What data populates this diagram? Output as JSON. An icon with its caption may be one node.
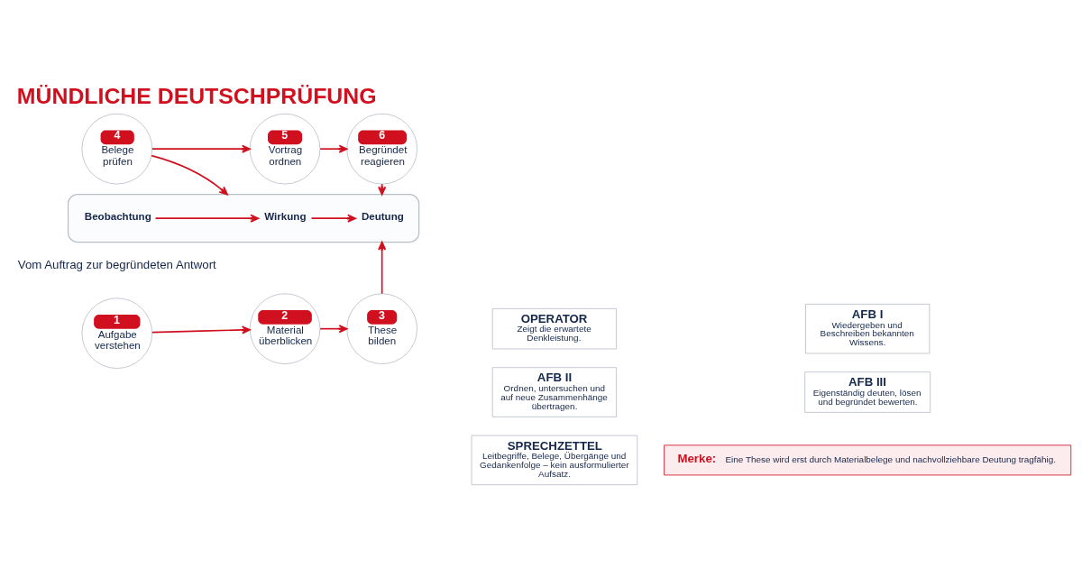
{
  "diagram": {
    "title": "MÜNDLICHE DEUTSCHPRÜFUNG",
    "nodes": [
      {
        "text": [
          "1",
          "Aufgabe verstehen"
        ]
      },
      {
        "text": [
          "2",
          "Material überblicken"
        ]
      },
      {
        "text": [
          "3",
          "These bilden"
        ]
      },
      {
        "text": [],
        "shape": "hexagon"
      },
      {
        "text": [
          "Beobachtung"
        ],
        "in": 3
      },
      {
        "text": [
          "Wirkung"
        ],
        "in": 3
      },
      {
        "text": [
          "Deutung"
        ],
        "in": 3
      },
      {
        "text": [
          "4",
          "Belege prüfen"
        ]
      },
      {
        "text": [
          "5",
          "Vortrag ordnen"
        ]
      },
      {
        "text": [
          "6",
          "Begründet reagieren"
        ]
      },
      {
        "text": [
          "OPERATOR",
          "Zeigt die erwartete Denkleistung."
        ]
      },
      {
        "text": [
          "AFB I",
          "Wiedergeben und Beschreiben bekannten Wissens."
        ]
      },
      {
        "text": [
          "AFB II",
          "Ordnen, untersuchen und auf neue Zusammenhänge übertragen."
        ]
      },
      {
        "text": [
          "AFB III",
          "Eigenständig deuten, lösen und begründet bewerten."
        ]
      },
      {
        "text": [
          "SPRECHZETTEL",
          "Leitbegriffe, Belege, Übergänge und Gedankenfolge – kein ausformulierter Aufsatz."
        ]
      },
      {
        "text": [
          "Merke:",
          "Eine These wird erst durch Materialbelege und nachvollziehbare Deutung tragfähig."
        ]
      }
    ],
    "edges": [
      {
        "from": 0,
        "to": 1,
        "arrow": "to"
      },
      {
        "from": 1,
        "to": 2,
        "arrow": "to"
      },
      {
        "from": 2,
        "to": 3,
        "arrow": "to"
      },
      {
        "from": 4,
        "to": 5,
        "arrow": "to"
      },
      {
        "from": 5,
        "to": 6,
        "arrow": "to"
      },
      {
        "from": 9,
        "to": 3,
        "arrow": "to"
      },
      {
        "from": 7,
        "to": 3,
        "arrow": "to"
      },
      {
        "from": 7,
        "to": 8,
        "arrow": "to"
      },
      {
        "from": 8,
        "to": 9,
        "arrow": "to"
      }
    ],
    "labels": [
      "Vom Auftrag zur begründeten Antwort"
    ]
  }
}
